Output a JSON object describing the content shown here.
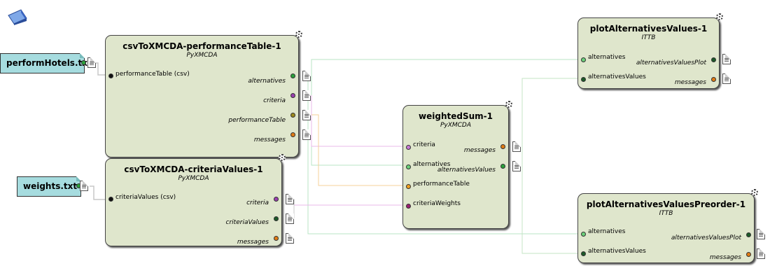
{
  "files": {
    "perform": {
      "label": "performHotels.txt"
    },
    "weights": {
      "label": "weights.txt"
    }
  },
  "nodes": {
    "csvPerf": {
      "title": "csvToXMCDA-performanceTable-1",
      "subtitle": "PyXMCDA",
      "inputs": [
        "performanceTable (csv)"
      ],
      "outputs": [
        "alternatives",
        "criteria",
        "performanceTable",
        "messages"
      ]
    },
    "csvCrit": {
      "title": "csvToXMCDA-criteriaValues-1",
      "subtitle": "PyXMCDA",
      "inputs": [
        "criteriaValues (csv)"
      ],
      "outputs": [
        "criteria",
        "criteriaValues",
        "messages"
      ]
    },
    "wsum": {
      "title": "weightedSum-1",
      "subtitle": "PyXMCDA",
      "inputs": [
        "criteria",
        "alternatives",
        "performanceTable",
        "criteriaWeights"
      ],
      "outputs": [
        "messages",
        "alternativesValues"
      ]
    },
    "plotAV": {
      "title": "plotAlternativesValues-1",
      "subtitle": "ITTB",
      "inputs": [
        "alternatives",
        "alternativesValues"
      ],
      "outputs": [
        "alternativesValuesPlot",
        "messages"
      ]
    },
    "plotAVP": {
      "title": "plotAlternativesValuesPreorder-1",
      "subtitle": "ITTB",
      "inputs": [
        "alternatives",
        "alternativesValues"
      ],
      "outputs": [
        "alternativesValuesPlot",
        "messages"
      ]
    }
  },
  "colors": {
    "node_fill": "#dfe6cc",
    "file_fill": "#a6dcdf",
    "port_green": "#2aa23a",
    "port_olive": "#9c8a1c",
    "port_orange": "#e07b14",
    "port_purple": "#9a3fb0",
    "port_dark": "#1c5a28",
    "port_black": "#111111",
    "wire_green": "#b8e3b8",
    "wire_pink": "#e6b3e6",
    "wire_orange": "#f4cf93",
    "wire_gray": "#c0c0c0"
  },
  "icons": [
    "workflow-logo-icon",
    "gear-icon",
    "document-icon"
  ]
}
